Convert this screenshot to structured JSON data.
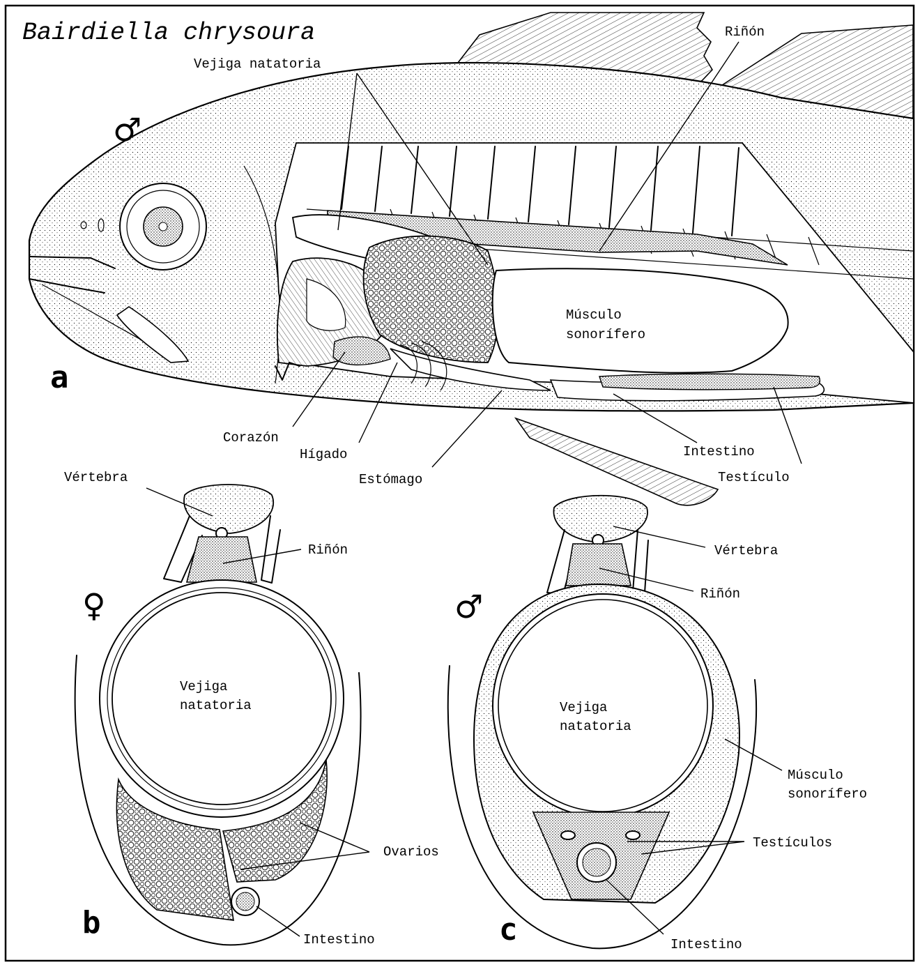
{
  "title": "Bairdiella chrysoura",
  "colors": {
    "ink": "#000000",
    "paper": "#ffffff"
  },
  "panel_a": {
    "letter": "a",
    "sex_symbol": "♂",
    "labels": {
      "vejiga": "Vejiga natatoria",
      "rinon": "Riñón",
      "musculo_1": "Músculo",
      "musculo_2": "sonorífero",
      "corazon": "Corazón",
      "higado": "Hígado",
      "estomago": "Estómago",
      "intestino": "Intestino",
      "testiculo": "Testículo"
    }
  },
  "panel_b": {
    "letter": "b",
    "sex_symbol": "♀",
    "labels": {
      "vertebra": "Vértebra",
      "rinon": "Riñón",
      "vejiga_1": "Vejiga",
      "vejiga_2": "natatoria",
      "ovarios": "Ovarios",
      "intestino": "Intestino"
    }
  },
  "panel_c": {
    "letter": "c",
    "sex_symbol": "♂",
    "labels": {
      "vertebra": "Vértebra",
      "rinon": "Riñón",
      "vejiga_1": "Vejiga",
      "vejiga_2": "natatoria",
      "musculo_1": "Músculo",
      "musculo_2": "sonorífero",
      "testiculos": "Testículos",
      "intestino": "Intestino"
    }
  }
}
